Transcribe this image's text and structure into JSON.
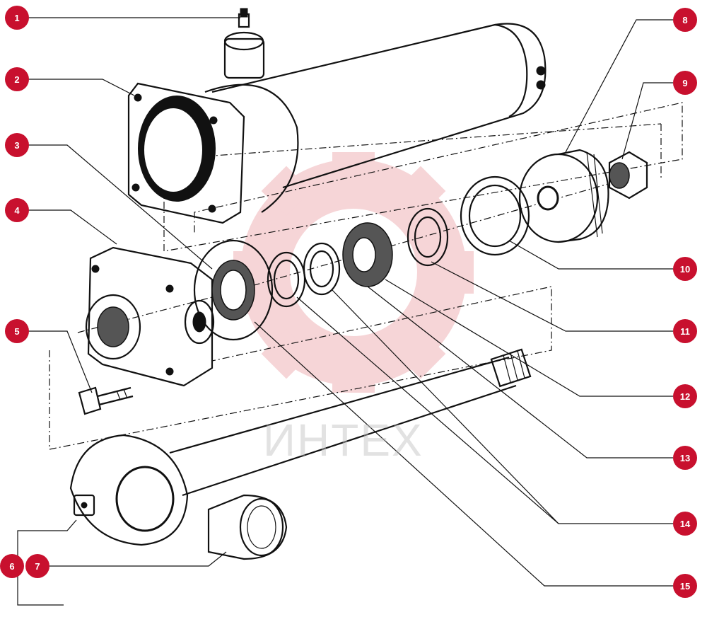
{
  "watermark": {
    "text": "ИНТЕХ",
    "color": "#e9a4a8"
  },
  "callout_color": "#c8102e",
  "callouts": {
    "c1": "1",
    "c2": "2",
    "c3": "3",
    "c4": "4",
    "c5": "5",
    "c6": "6",
    "c7": "7",
    "c8": "8",
    "c9": "9",
    "c10": "10",
    "c11": "11",
    "c12": "12",
    "c13": "13",
    "c14": "14",
    "c15": "15"
  }
}
